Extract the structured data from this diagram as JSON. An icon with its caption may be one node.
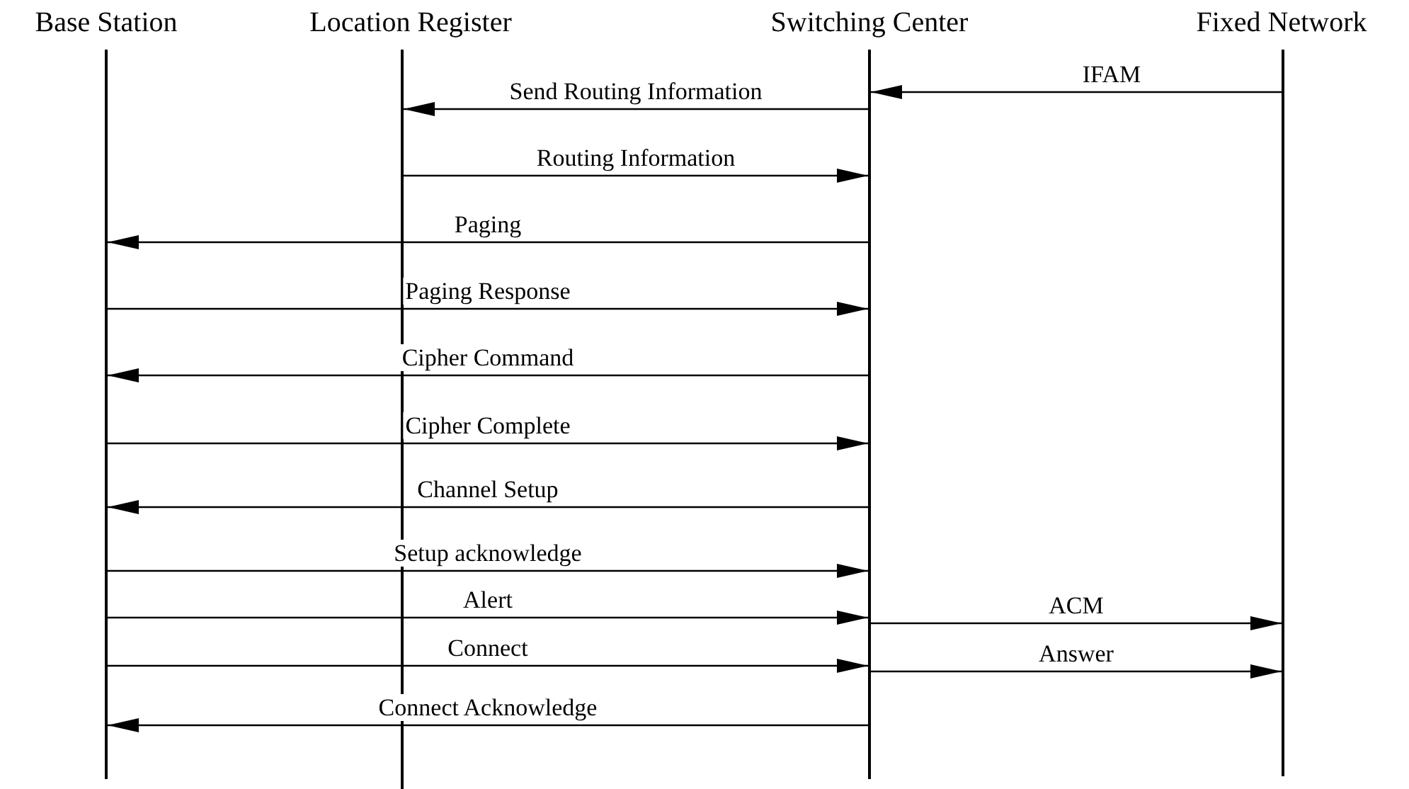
{
  "diagram": {
    "nodes": [
      {
        "text": [
          "Base Station"
        ]
      },
      {
        "text": [
          "Location Register"
        ]
      },
      {
        "text": [
          "Switching Center"
        ]
      },
      {
        "text": [
          "Fixed Network"
        ]
      },
      {
        "text": [],
        "shape": "bar"
      },
      {
        "text": [],
        "shape": "bar"
      },
      {
        "text": [],
        "shape": "bar"
      },
      {
        "text": [],
        "shape": "bar"
      }
    ],
    "edges": [
      {
        "from": 7,
        "to": 6,
        "arrow": "to",
        "label": "IFAM"
      },
      {
        "from": 6,
        "to": 5,
        "arrow": "to",
        "label": "Send Routing Information"
      },
      {
        "from": 5,
        "to": 6,
        "arrow": "to",
        "label": "Routing Information"
      },
      {
        "from": 6,
        "to": 4,
        "arrow": "to",
        "label": "Paging"
      },
      {
        "from": 4,
        "to": 6,
        "arrow": "to",
        "label": "Paging Response"
      },
      {
        "from": 6,
        "to": 4,
        "arrow": "to",
        "label": "Cipher Command"
      },
      {
        "from": 4,
        "to": 6,
        "arrow": "to",
        "label": "Cipher Complete"
      },
      {
        "from": 6,
        "to": 4,
        "arrow": "to",
        "label": "Channel Setup"
      },
      {
        "from": 4,
        "to": 6,
        "arrow": "to",
        "label": "Setup acknowledge"
      },
      {
        "from": 4,
        "to": 6,
        "arrow": "to",
        "label": "Alert"
      },
      {
        "from": 6,
        "to": 7,
        "arrow": "to",
        "label": "ACM"
      },
      {
        "from": 4,
        "to": 6,
        "arrow": "to",
        "label": "Connect"
      },
      {
        "from": 6,
        "to": 7,
        "arrow": "to",
        "label": "Answer"
      },
      {
        "from": 6,
        "to": 4,
        "arrow": "to",
        "label": "Connect Acknowledge"
      }
    ]
  }
}
